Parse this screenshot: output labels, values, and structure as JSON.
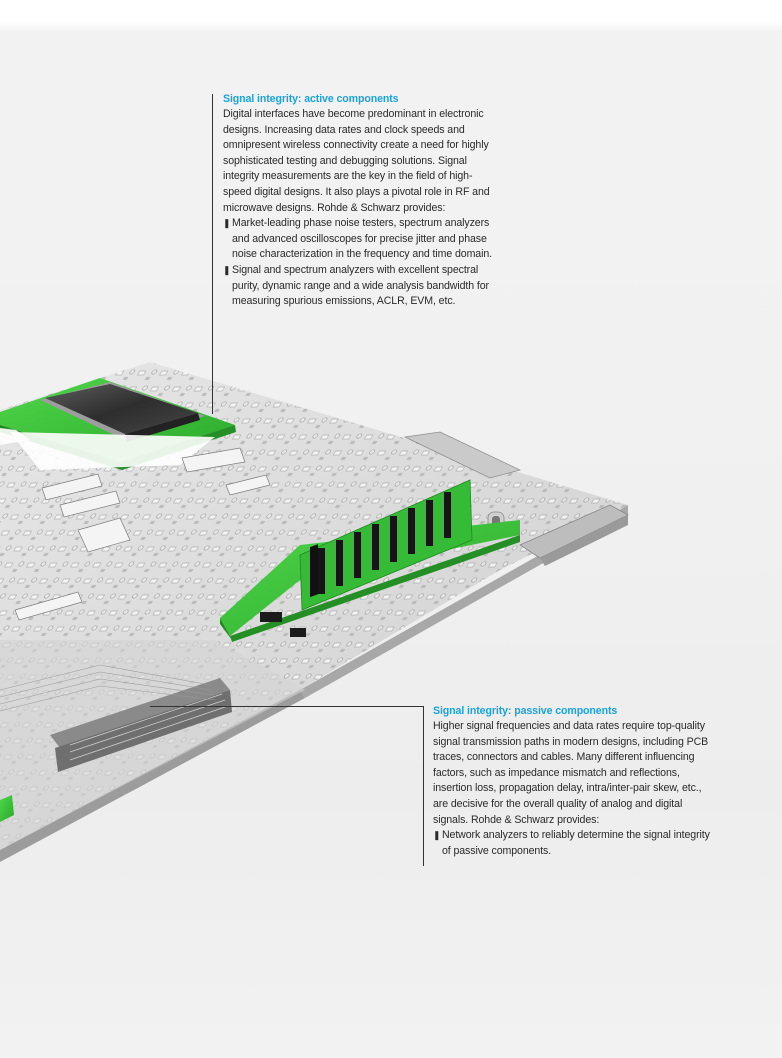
{
  "active": {
    "title": "Signal integrity: active components",
    "body": "Digital interfaces have become predominant in electronic designs. Increasing data rates and clock speeds and omnipresent wireless connectivity create a need for highly sophisticated testing and debugging solutions. Signal integrity measurements are the key in the field of high-speed digital designs. It also plays a pivotal role in RF and microwave designs. Rohde & Schwarz provides:",
    "bullets": [
      "Market-leading phase noise testers, spectrum analyzers and advanced oscilloscopes for precise jitter and phase noise characterization in the frequency and time domain.",
      "Signal and spectrum analyzers with excellent spectral purity, dynamic range and a wide analysis bandwidth for measuring spurious emissions, ACLR, EVM, etc."
    ]
  },
  "passive": {
    "title": "Signal integrity: passive components",
    "body": "Higher signal frequencies and data rates require top-quality signal transmission paths in modern designs, including PCB traces, connectors and cables. Many different influencing factors, such as impedance mismatch and reflections, insertion loss, propagation delay, intra/inter-pair skew, etc., are decisive for the overall quality of analog and digital signals. Rohde & Schwarz provides:",
    "bullets": [
      "Network analyzers to reliably determine the signal integrity of passive components."
    ]
  },
  "colors": {
    "accent": "#1aa3dc",
    "pcb_green": "#3cc43a",
    "board_grey": "#d8d8d8"
  }
}
